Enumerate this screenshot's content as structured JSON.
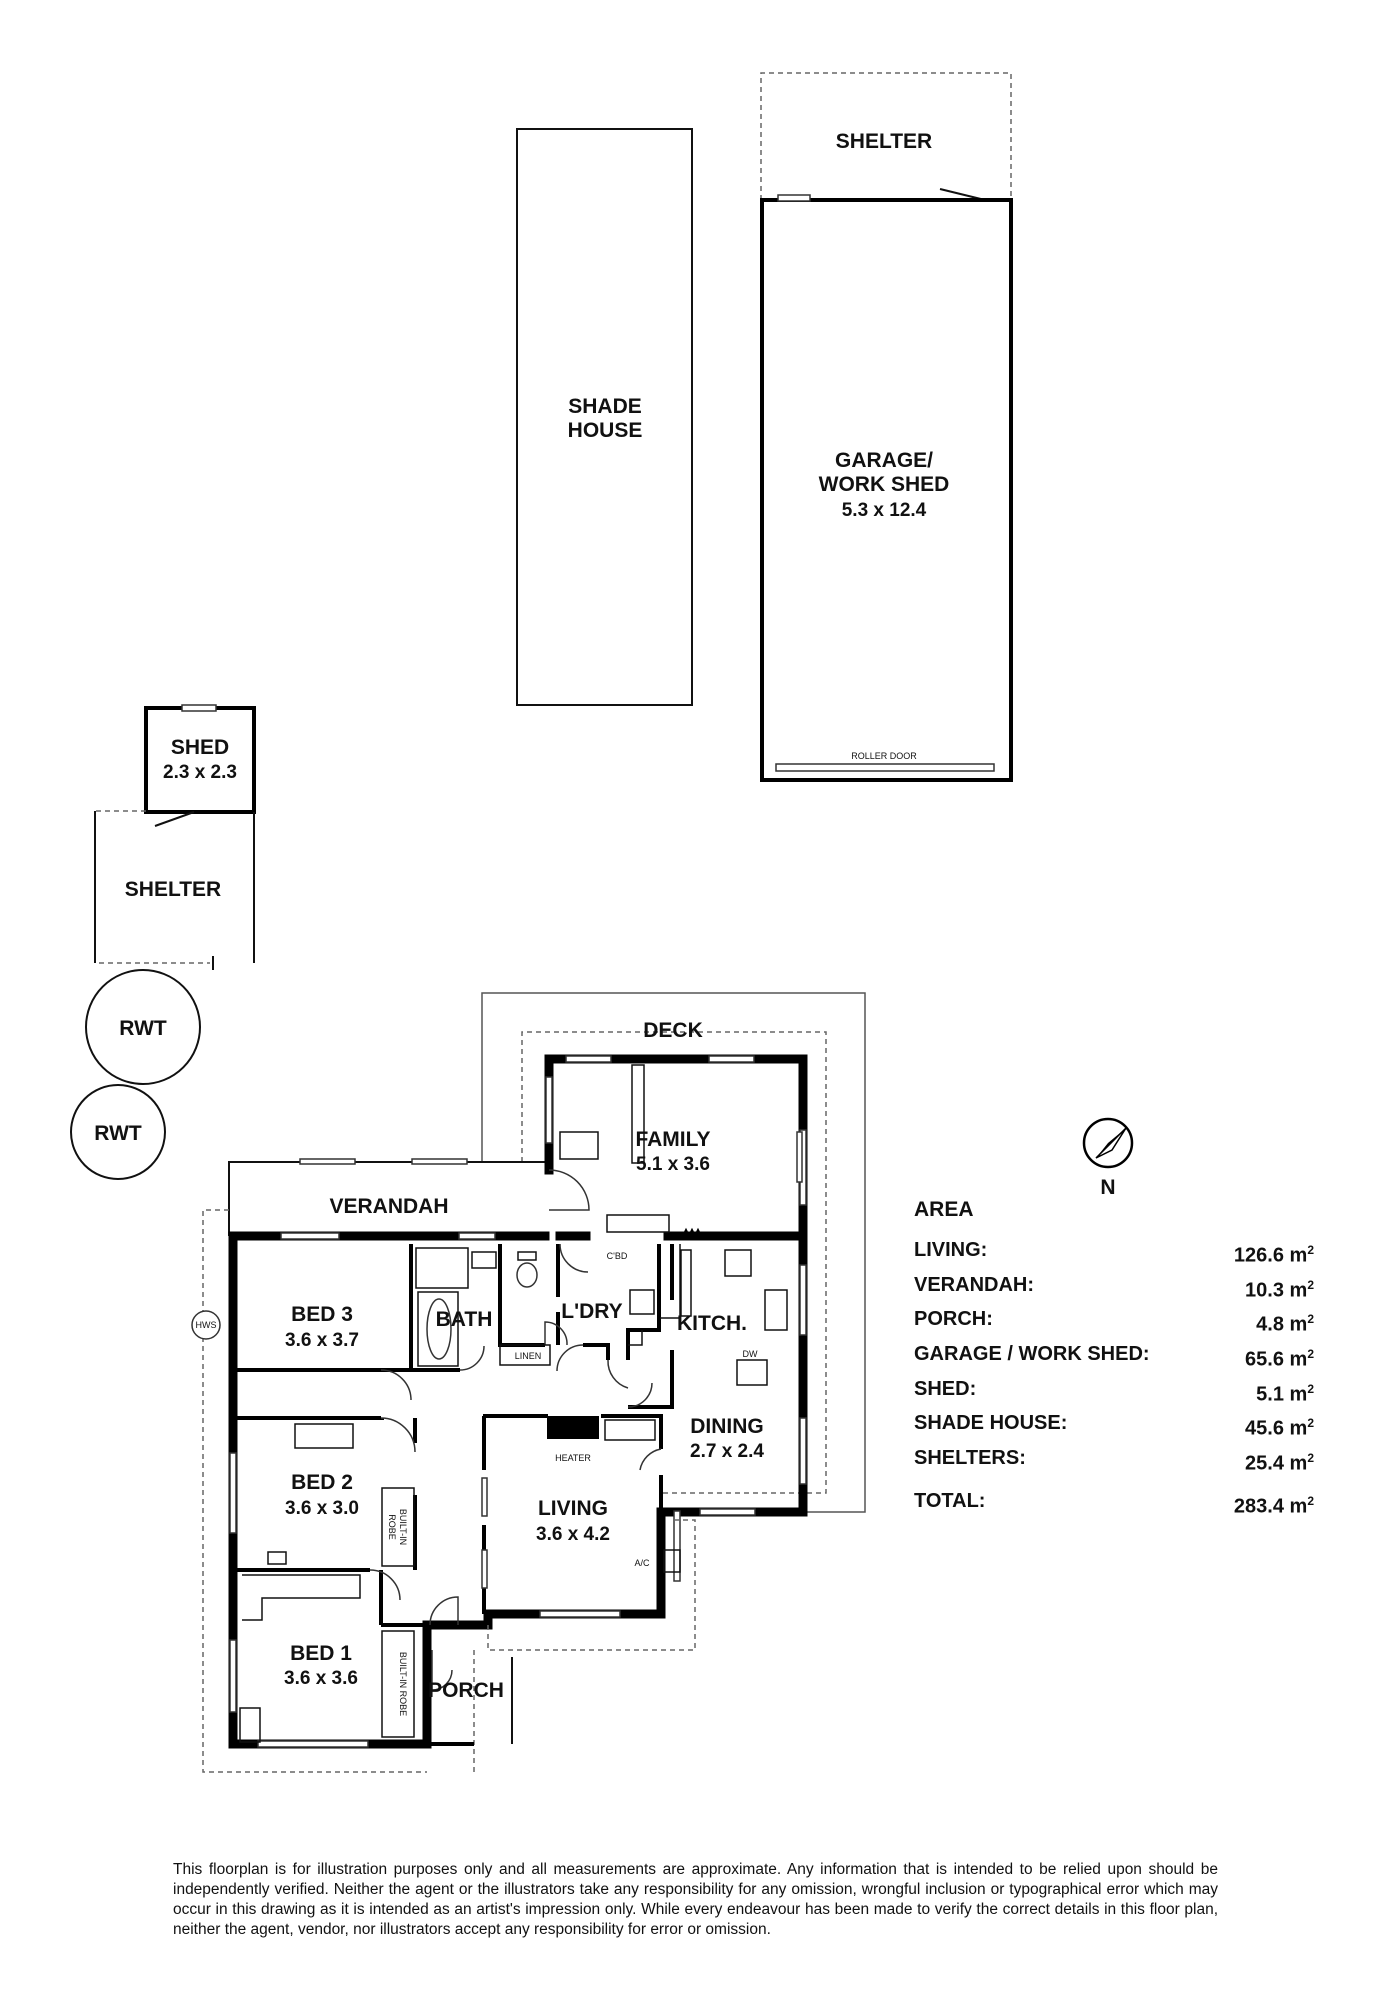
{
  "outbuildings": {
    "shelter_top": "SHELTER",
    "shade_house_line1": "SHADE",
    "shade_house_line2": "HOUSE",
    "garage_line1": "GARAGE/",
    "garage_line2": "WORK SHED",
    "garage_dims": "5.3 x 12.4",
    "roller_door": "ROLLER DOOR",
    "shed_name": "SHED",
    "shed_dims": "2.3 x 2.3",
    "shelter_left": "SHELTER",
    "rwt_1": "RWT",
    "rwt_2": "RWT"
  },
  "rooms": {
    "deck": "DECK",
    "family": "FAMILY",
    "family_dims": "5.1 x 3.6",
    "verandah": "VERANDAH",
    "cbd": "C'BD",
    "bed3": "BED 3",
    "bed3_dims": "3.6 x 3.7",
    "bath": "BATH",
    "laundry": "L'DRY",
    "kitchen": "KITCH.",
    "linen": "LINEN",
    "dw": "DW",
    "hws": "HWS",
    "dining": "DINING",
    "dining_dims": "2.7 x 2.4",
    "heater": "HEATER",
    "bed2": "BED 2",
    "bed2_dims": "3.6 x 3.0",
    "robe_1a": "BUILT-IN",
    "robe_1b": "ROBE",
    "living": "LIVING",
    "living_dims": "3.6 x 4.2",
    "ac": "A/C",
    "bed1": "BED 1",
    "bed1_dims": "3.6 x 3.6",
    "robe_2": "BUILT-IN ROBE",
    "porch": "PORCH"
  },
  "compass": {
    "label": "N"
  },
  "area": {
    "title": "AREA",
    "unit_base": "m",
    "unit_exp": "2",
    "rows": [
      {
        "label": "LIVING:",
        "value": "126.6"
      },
      {
        "label": "VERANDAH:",
        "value": "10.3"
      },
      {
        "label": "PORCH:",
        "value": "4.8"
      },
      {
        "label": "GARAGE / WORK SHED:",
        "value": "65.6"
      },
      {
        "label": "SHED:",
        "value": "5.1"
      },
      {
        "label": "SHADE HOUSE:",
        "value": "45.6"
      },
      {
        "label": "SHELTERS:",
        "value": "25.4"
      }
    ],
    "total_label": "TOTAL:",
    "total_value": "283.4"
  },
  "disclaimer": "This floorplan is for illustration purposes only and all measurements are approximate. Any information that is intended to be relied upon should be independently verified. Neither the agent or the illustrators take any responsibility for any omission, wrongful inclusion or typographical error which may occur in this drawing as it is intended as an artist's impression only. While every endeavour has been made to verify the correct details in this floor plan, neither the agent, vendor, nor illustrators accept any responsibility for error or omission."
}
